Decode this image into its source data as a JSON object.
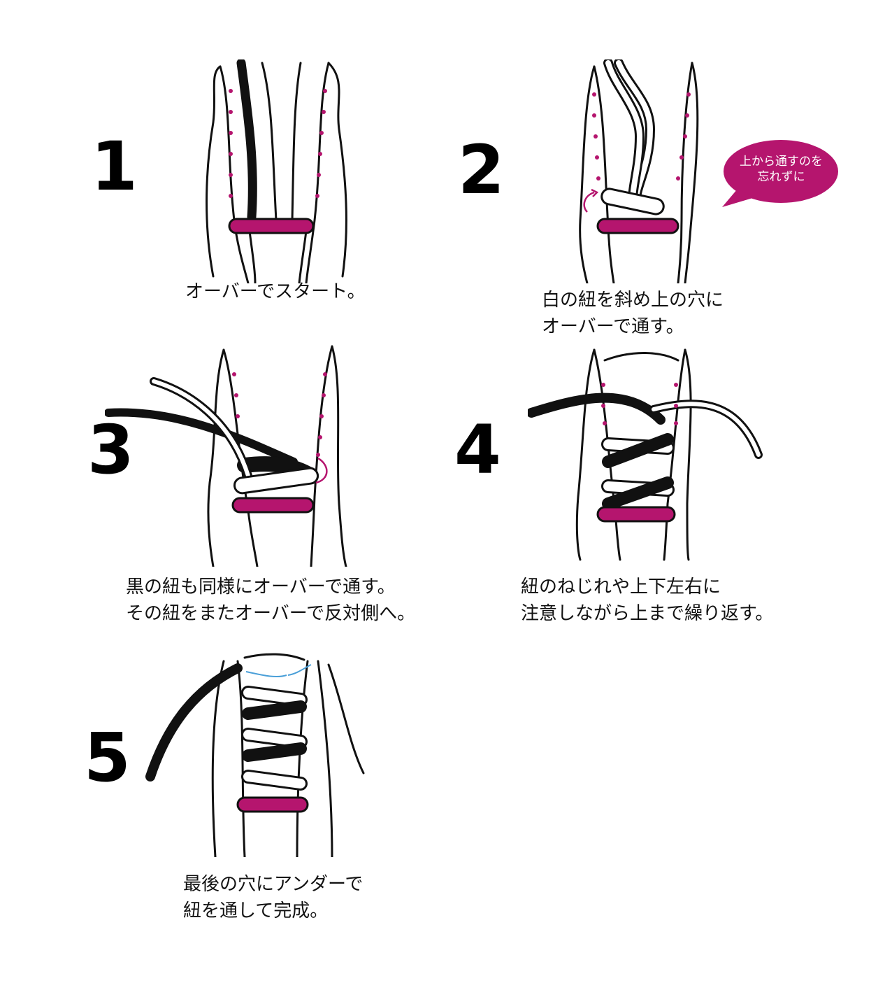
{
  "colors": {
    "accent": "#b5156e",
    "lace_dark": "#111111",
    "lace_light": "#ffffff",
    "arrow_blue": "#4a9fd8"
  },
  "steps": [
    {
      "number": "1",
      "caption": "オーバーでスタート。"
    },
    {
      "number": "2",
      "caption": "白の紐を斜め上の穴に\nオーバーで通す。",
      "note": "上から通すのを\n忘れずに"
    },
    {
      "number": "3",
      "caption": "黒の紐も同様にオーバーで通す。\nその紐をまたオーバーで反対側へ。"
    },
    {
      "number": "4",
      "caption": "紐のねじれや上下左右に\n注意しながら上まで繰り返す。"
    },
    {
      "number": "5",
      "caption": "最後の穴にアンダーで\n紐を通して完成。"
    }
  ]
}
